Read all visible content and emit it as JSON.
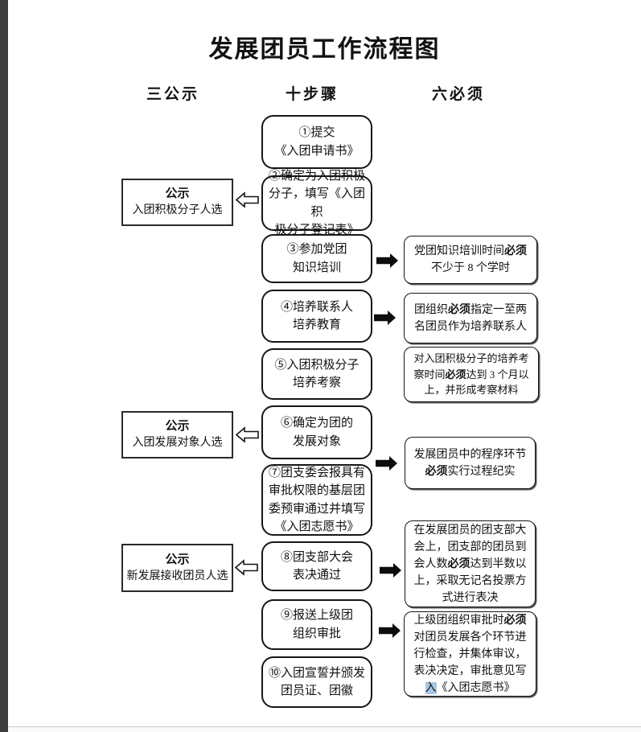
{
  "page": {
    "title": "发展团员工作流程图"
  },
  "columns": {
    "left_header": "三公示",
    "middle_header": "十步骤",
    "right_header": "六必须"
  },
  "steps": [
    {
      "text": "①提交\n《入团申请书》"
    },
    {
      "text": "②确定为入团积极\n分子，填写《入团积\n极分子登记表》"
    },
    {
      "text": "③参加党团\n知识培训"
    },
    {
      "text": "④培养联系人\n培养教育"
    },
    {
      "text": "⑤入团积极分子\n培养考察"
    },
    {
      "text": "⑥确定为团的\n发展对象"
    },
    {
      "text": "⑦团支委会报具有\n审批权限的基层团\n委预审通过并填写\n《入团志愿书》"
    },
    {
      "text": "⑧团支部大会\n表决通过"
    },
    {
      "text": "⑨报送上级团\n组织审批"
    },
    {
      "text": "⑩入团宣誓并颁发\n团员证、团徽"
    }
  ],
  "announcements": [
    {
      "title": "公示",
      "subtitle": "入团积极分子人选"
    },
    {
      "title": "公示",
      "subtitle": "入团发展对象人选"
    },
    {
      "title": "公示",
      "subtitle": "新发展接收团员人选"
    }
  ],
  "requirements": [
    {
      "segments": [
        {
          "text": "党团知识培训时间"
        },
        {
          "text": "必须",
          "bold": true
        },
        {
          "text": "\n不少于 8 个学时"
        }
      ]
    },
    {
      "segments": [
        {
          "text": "团组织"
        },
        {
          "text": "必须",
          "bold": true
        },
        {
          "text": "指定一至两\n名团员作为培养联系人"
        }
      ]
    },
    {
      "segments": [
        {
          "text": "对入团积极分子的培养考\n察时间"
        },
        {
          "text": "必须",
          "bold": true
        },
        {
          "text": "达到 3 个月以\n上，并形成考察材料"
        }
      ]
    },
    {
      "segments": [
        {
          "text": "发展团员中的程序环节\n"
        },
        {
          "text": "必须",
          "bold": true
        },
        {
          "text": "实行过程纪实"
        }
      ]
    },
    {
      "segments": [
        {
          "text": "在发展团员的团支部大\n会上，团支部的团员到\n会人数"
        },
        {
          "text": "必须",
          "bold": true
        },
        {
          "text": "达到半数以\n上，采取无记名投票方\n式进行表决"
        }
      ]
    },
    {
      "segments": [
        {
          "text": "上级团组织审批时"
        },
        {
          "text": "必须",
          "bold": true
        },
        {
          "text": "\n对团员发展各个环节进\n行检查，并集体审议，\n表决决定，审批意见写\n"
        },
        {
          "text": "入",
          "highlight": true
        },
        {
          "text": "《入团志愿书》"
        }
      ]
    }
  ],
  "icons": {
    "hollow_left_arrow": "hollow-left-block-arrow",
    "solid_right_arrow": "solid-right-block-arrow"
  },
  "colors": {
    "highlight": "#a9c6e0",
    "border": "#161616",
    "edge_strip": "#3c3c3c"
  }
}
